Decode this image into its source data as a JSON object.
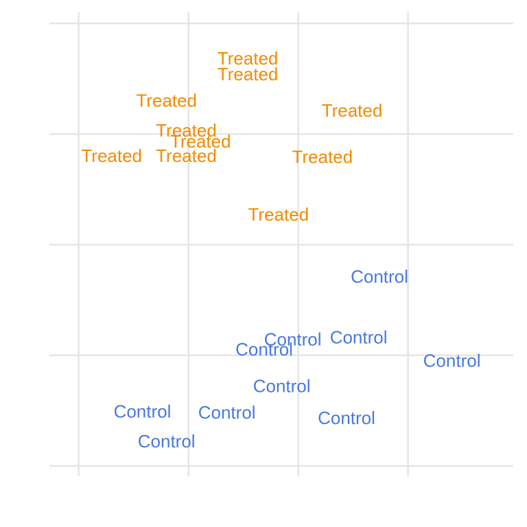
{
  "chart_data": {
    "type": "scatter",
    "title": "",
    "xlabel": "",
    "ylabel": "",
    "grid": true,
    "legend": "none",
    "xlim": [
      0.733,
      4.959
    ],
    "ylim": [
      0.907,
      5.1
    ],
    "x_gridlines": [
      1,
      2,
      3,
      4
    ],
    "y_gridlines": [
      1,
      2,
      3,
      4,
      5
    ],
    "series": [
      {
        "color": "#F28A00",
        "points": [
          {
            "x": 2.54,
            "y": 4.67,
            "label": "Treated"
          },
          {
            "x": 2.54,
            "y": 4.53,
            "label": "Treated"
          },
          {
            "x": 1.8,
            "y": 4.29,
            "label": "Treated"
          },
          {
            "x": 3.49,
            "y": 4.2,
            "label": "Treated"
          },
          {
            "x": 1.98,
            "y": 4.02,
            "label": "Treated"
          },
          {
            "x": 2.11,
            "y": 3.92,
            "label": "Treated"
          },
          {
            "x": 1.3,
            "y": 3.79,
            "label": "Treated"
          },
          {
            "x": 1.98,
            "y": 3.79,
            "label": "Treated"
          },
          {
            "x": 3.22,
            "y": 3.78,
            "label": "Treated"
          },
          {
            "x": 2.82,
            "y": 3.26,
            "label": "Treated"
          }
        ]
      },
      {
        "color": "#4A78E0",
        "points": [
          {
            "x": 3.74,
            "y": 2.7,
            "label": "Control"
          },
          {
            "x": 2.95,
            "y": 2.13,
            "label": "Control"
          },
          {
            "x": 3.55,
            "y": 2.15,
            "label": "Control"
          },
          {
            "x": 2.69,
            "y": 2.04,
            "label": "Control"
          },
          {
            "x": 4.4,
            "y": 1.94,
            "label": "Control"
          },
          {
            "x": 2.85,
            "y": 1.71,
            "label": "Control"
          },
          {
            "x": 1.58,
            "y": 1.48,
            "label": "Control"
          },
          {
            "x": 2.35,
            "y": 1.47,
            "label": "Control"
          },
          {
            "x": 3.44,
            "y": 1.42,
            "label": "Control"
          },
          {
            "x": 1.8,
            "y": 1.21,
            "label": "Control"
          }
        ]
      }
    ]
  }
}
